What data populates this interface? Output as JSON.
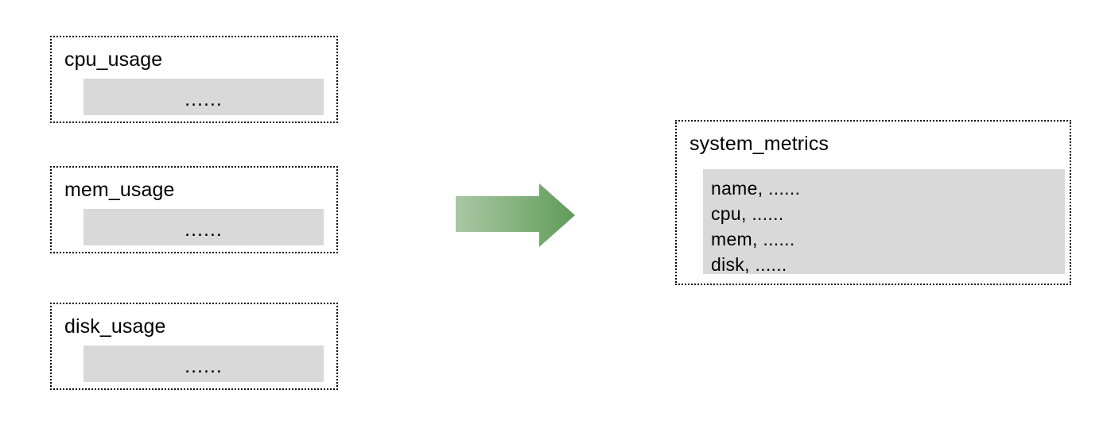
{
  "diagram": {
    "type": "flow",
    "title": "",
    "direction": "left-to-right",
    "ellipsis": "......",
    "colors": {
      "box_border": "#000000",
      "panel_fill": "#d9d9d9",
      "arrow_gradient_start": "#a5c6a0",
      "arrow_gradient_end": "#5f9b59",
      "background": "#ffffff",
      "text": "#000000"
    },
    "sources": [
      {
        "id": "cpu_usage",
        "title": "cpu_usage",
        "body": "......"
      },
      {
        "id": "mem_usage",
        "title": "mem_usage",
        "body": "......"
      },
      {
        "id": "disk_usage",
        "title": "disk_usage",
        "body": "......"
      }
    ],
    "target": {
      "id": "system_metrics",
      "title": "system_metrics",
      "lines": [
        "name, ......",
        "cpu, ......",
        "mem, ......",
        "disk, ......"
      ]
    },
    "arrow": {
      "name": "merge-arrow",
      "label": ""
    }
  }
}
